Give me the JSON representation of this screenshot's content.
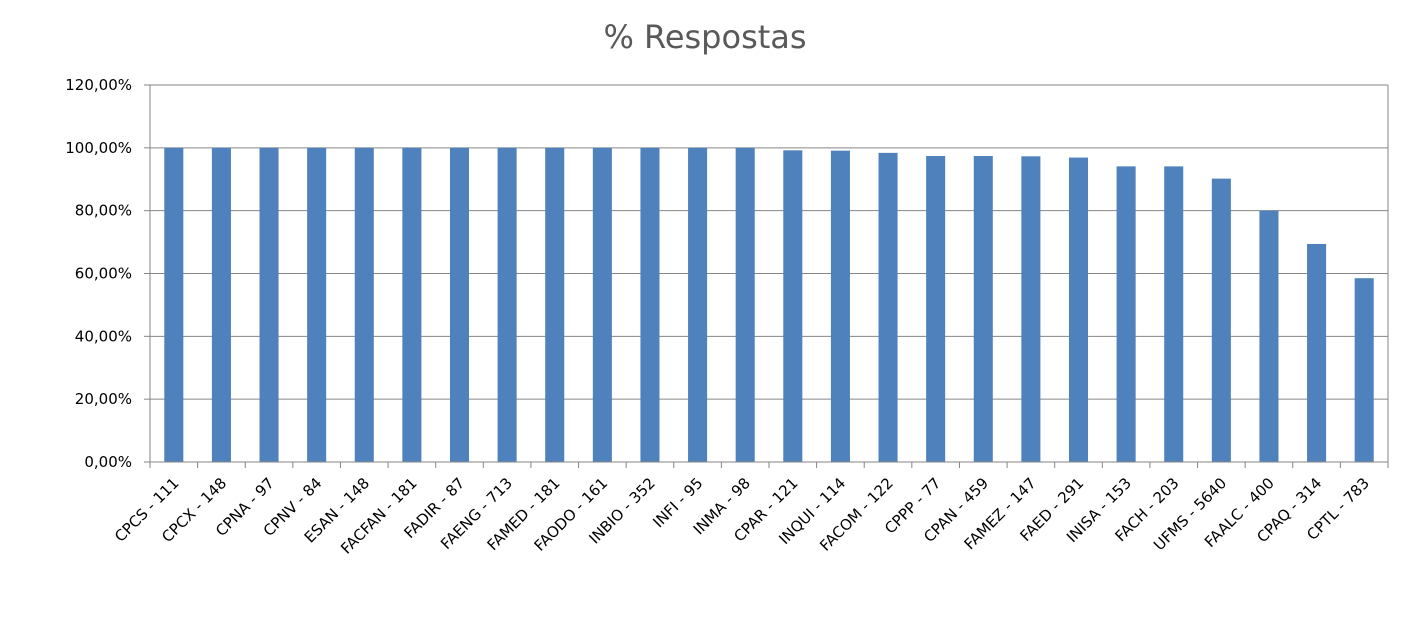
{
  "chart_data": {
    "type": "bar",
    "title": "% Respostas",
    "xlabel": "",
    "ylabel": "",
    "ylim": [
      0,
      120
    ],
    "ytick_step": 20,
    "ytick_labels": [
      "0,00%",
      "20,00%",
      "40,00%",
      "60,00%",
      "80,00%",
      "100,00%",
      "120,00%"
    ],
    "grid": true,
    "legend": "none",
    "bar_color": "#4F81BD",
    "categories": [
      "CPCS - 111",
      "CPCX - 148",
      "CPNA - 97",
      "CPNV - 84",
      "ESAN - 148",
      "FACFAN - 181",
      "FADIR - 87",
      "FAENG - 713",
      "FAMED - 181",
      "FAODO - 161",
      "INBIO - 352",
      "INFI - 95",
      "INMA - 98",
      "CPAR - 121",
      "INQUI - 114",
      "FACOM - 122",
      "CPPP - 77",
      "CPAN - 459",
      "FAMEZ - 147",
      "FAED - 291",
      "INISA - 153",
      "FACH - 203",
      "UFMS - 5640",
      "FAALC - 400",
      "CPAQ - 314",
      "CPTL - 783"
    ],
    "values": [
      100,
      100,
      100,
      100,
      100,
      100,
      100,
      100,
      100,
      100,
      100,
      100,
      100,
      99.2,
      99.1,
      98.4,
      97.4,
      97.4,
      97.3,
      96.9,
      94.1,
      94.1,
      90.2,
      80.0,
      69.4,
      58.5
    ]
  }
}
